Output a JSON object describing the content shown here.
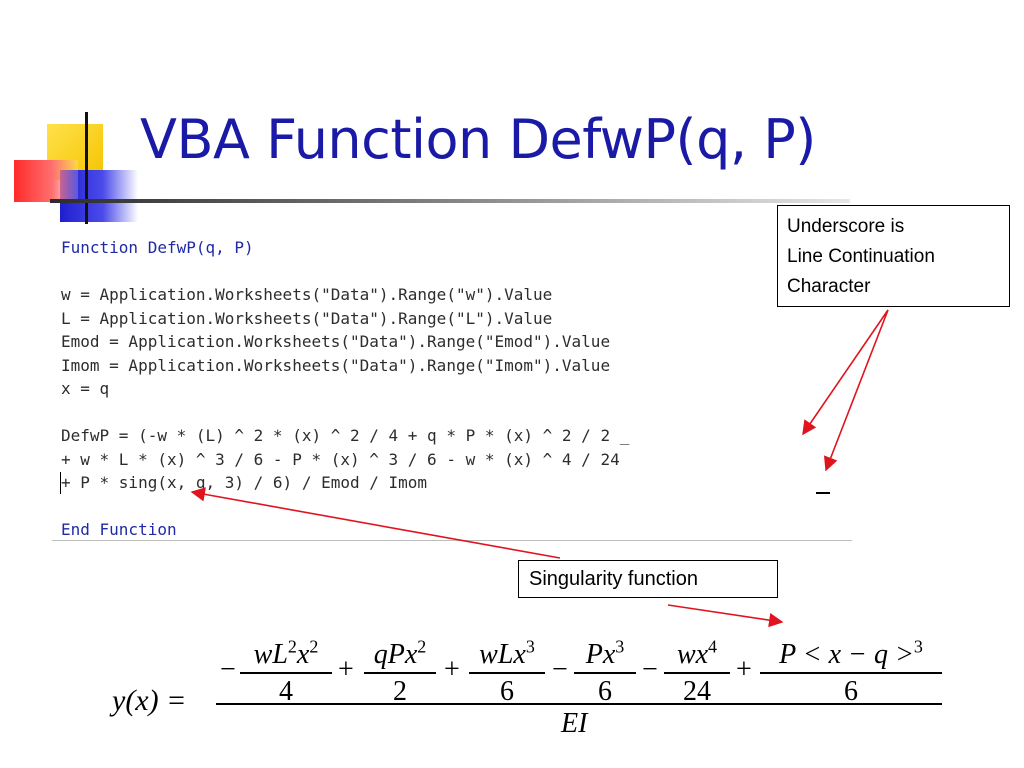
{
  "slide": {
    "title": "VBA Function DefwP(q, P)"
  },
  "code": {
    "lines": [
      "Function DefwP(q, P)",
      "",
      "w = Application.Worksheets(\"Data\").Range(\"w\").Value",
      "L = Application.Worksheets(\"Data\").Range(\"L\").Value",
      "Emod = Application.Worksheets(\"Data\").Range(\"Emod\").Value",
      "Imom = Application.Worksheets(\"Data\").Range(\"Imom\").Value",
      "x = q",
      "",
      "DefwP = (-w * (L) ^ 2 * (x) ^ 2 / 4 + q * P * (x) ^ 2 / 2 _",
      "+ w * L * (x) ^ 3 / 6 - P * (x) ^ 3 / 6 - w * (x) ^ 4 / 24",
      "+ P * sing(x, q, 3) / 6) / Emod / Imom",
      "",
      "End Function"
    ],
    "keyword_color": "#1f2aa6"
  },
  "callouts": {
    "underscore": [
      "Underscore is",
      "Line Continuation",
      "Character"
    ],
    "singularity": "Singularity function"
  },
  "formula": {
    "lhs": "y(x) =",
    "numerator": {
      "lead_sign": "−",
      "terms": [
        {
          "sign": "",
          "num": "wL",
          "num_sup1": "2",
          "num_mid": "x",
          "num_sup2": "2",
          "den": "4"
        },
        {
          "sign": "+",
          "num": "qPx",
          "num_sup1": "2",
          "den": "2"
        },
        {
          "sign": "+",
          "num": "wLx",
          "num_sup1": "3",
          "den": "6"
        },
        {
          "sign": "−",
          "num": "Px",
          "num_sup1": "3",
          "den": "6"
        },
        {
          "sign": "−",
          "num": "wx",
          "num_sup1": "4",
          "den": "24"
        },
        {
          "sign": "+",
          "num": "P < x − q >",
          "num_sup1": "3",
          "den": "6"
        }
      ]
    },
    "denominator": "EI"
  },
  "colors": {
    "title": "#1a1aa6",
    "arrow": "#e0141e",
    "logo_yellow": "#ffd200",
    "logo_blue": "#2b2bd8",
    "logo_red": "#ff3030"
  }
}
